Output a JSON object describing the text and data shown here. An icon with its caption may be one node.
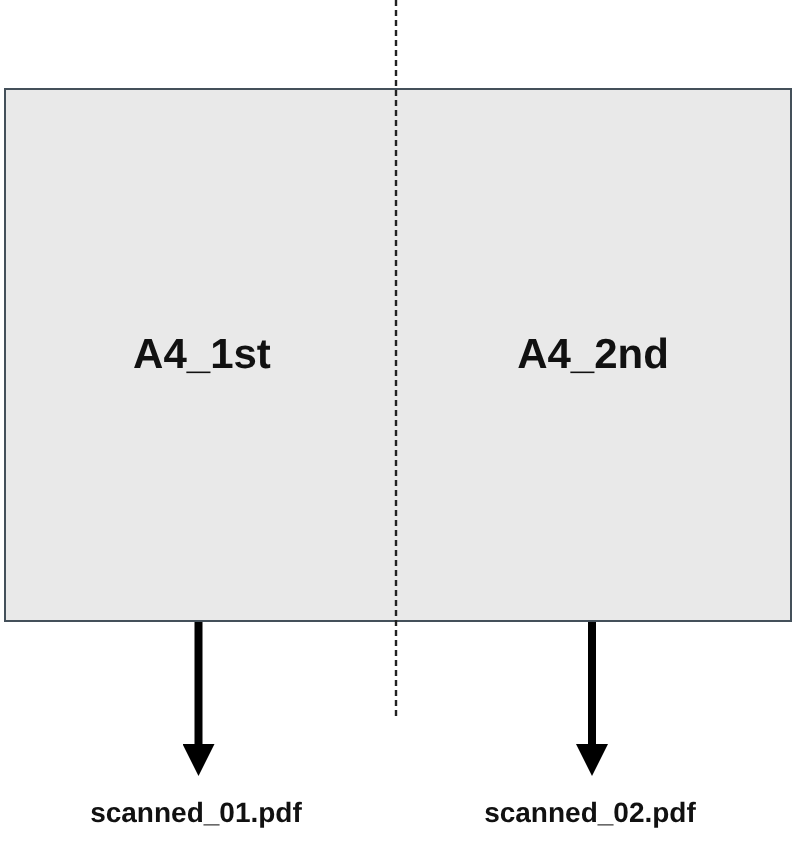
{
  "diagram": {
    "nodes": [
      {
        "text": [
          "A4_1st"
        ]
      },
      {
        "text": [
          "A4_2nd"
        ]
      },
      {
        "text": [
          "scanned_01.pdf"
        ]
      },
      {
        "text": [
          "scanned_02.pdf"
        ]
      }
    ],
    "edges": [
      {
        "from": 0,
        "to": 2,
        "arrow": "to"
      },
      {
        "from": 1,
        "to": 3,
        "arrow": "to"
      }
    ]
  }
}
